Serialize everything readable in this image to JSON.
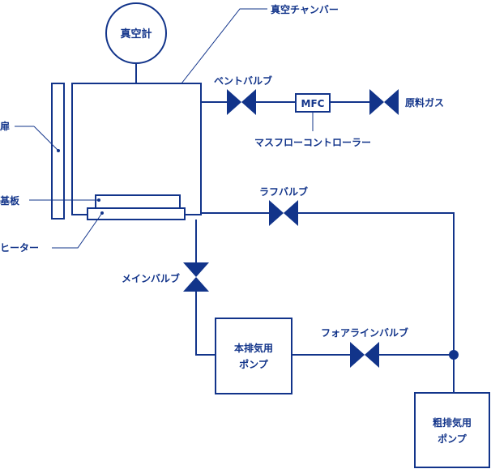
{
  "colors": {
    "line": "#12348a",
    "background": "#ffffff"
  },
  "labels": {
    "vacuum_gauge": "真空計",
    "vacuum_chamber": "真空チャンバー",
    "door": "扉",
    "substrate": "基板",
    "heater": "ヒーター",
    "vent_valve": "ベントバルブ",
    "mfc": "MFC",
    "mass_flow_controller": "マスフローコントローラー",
    "source_gas": "原料ガス",
    "rough_valve": "ラフバルブ",
    "main_valve": "メインバルブ",
    "main_pump_line1": "本排気用",
    "main_pump_line2": "ポンプ",
    "foreline_valve": "フォアラインバルブ",
    "rough_pump_line1": "粗排気用",
    "rough_pump_line2": "ポンプ"
  }
}
